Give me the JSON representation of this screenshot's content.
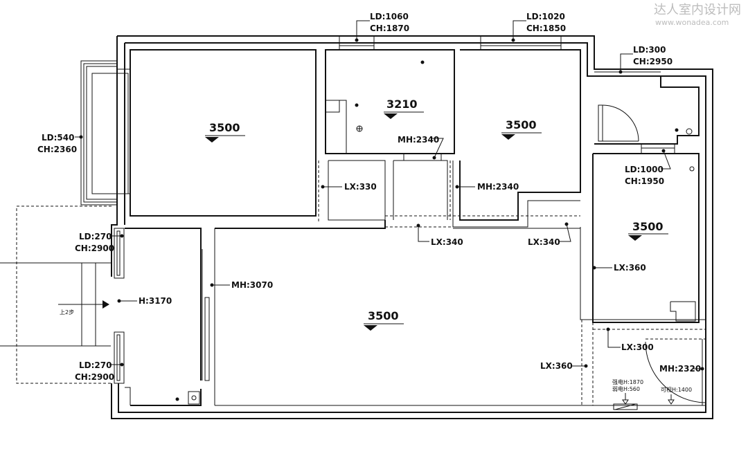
{
  "watermark": {
    "title": "达人室内设计网",
    "url": "www.wonadea.com"
  },
  "rooms": {
    "living": "3500",
    "bed_left": "3500",
    "kitchen": "3210",
    "bed_mid": "3500",
    "bed_right": "3500"
  },
  "annotations": {
    "w_top1_ld": "LD:1060",
    "w_top1_ch": "CH:1870",
    "w_top2_ld": "LD:1020",
    "w_top2_ch": "CH:1850",
    "w_top3_ld": "LD:300",
    "w_top3_ch": "CH:2950",
    "w_left_ld": "LD:540",
    "w_left_ch": "CH:2360",
    "w_bath_ld": "LD:1000",
    "w_bath_ch": "CH:1950",
    "w_ent1_ld": "LD:270",
    "w_ent1_ch": "CH:2900",
    "w_ent2_ld": "LD:270",
    "w_ent2_ch": "CH:2900",
    "mh_kitchen": "MH:2340",
    "lx_330": "LX:330",
    "mh_mid": "MH:2340",
    "lx_340_a": "LX:340",
    "lx_340_b": "LX:340",
    "lx_360_a": "LX:360",
    "lx_360_b": "LX:360",
    "lx_300": "LX:300",
    "mh_3070": "MH:3070",
    "mh_2320": "MH:2320",
    "h_3170": "H:3170",
    "step": "上2步",
    "elec_strong": "强电H:1870",
    "elec_weak": "弱电H:560",
    "intercom": "可视H:1400"
  }
}
